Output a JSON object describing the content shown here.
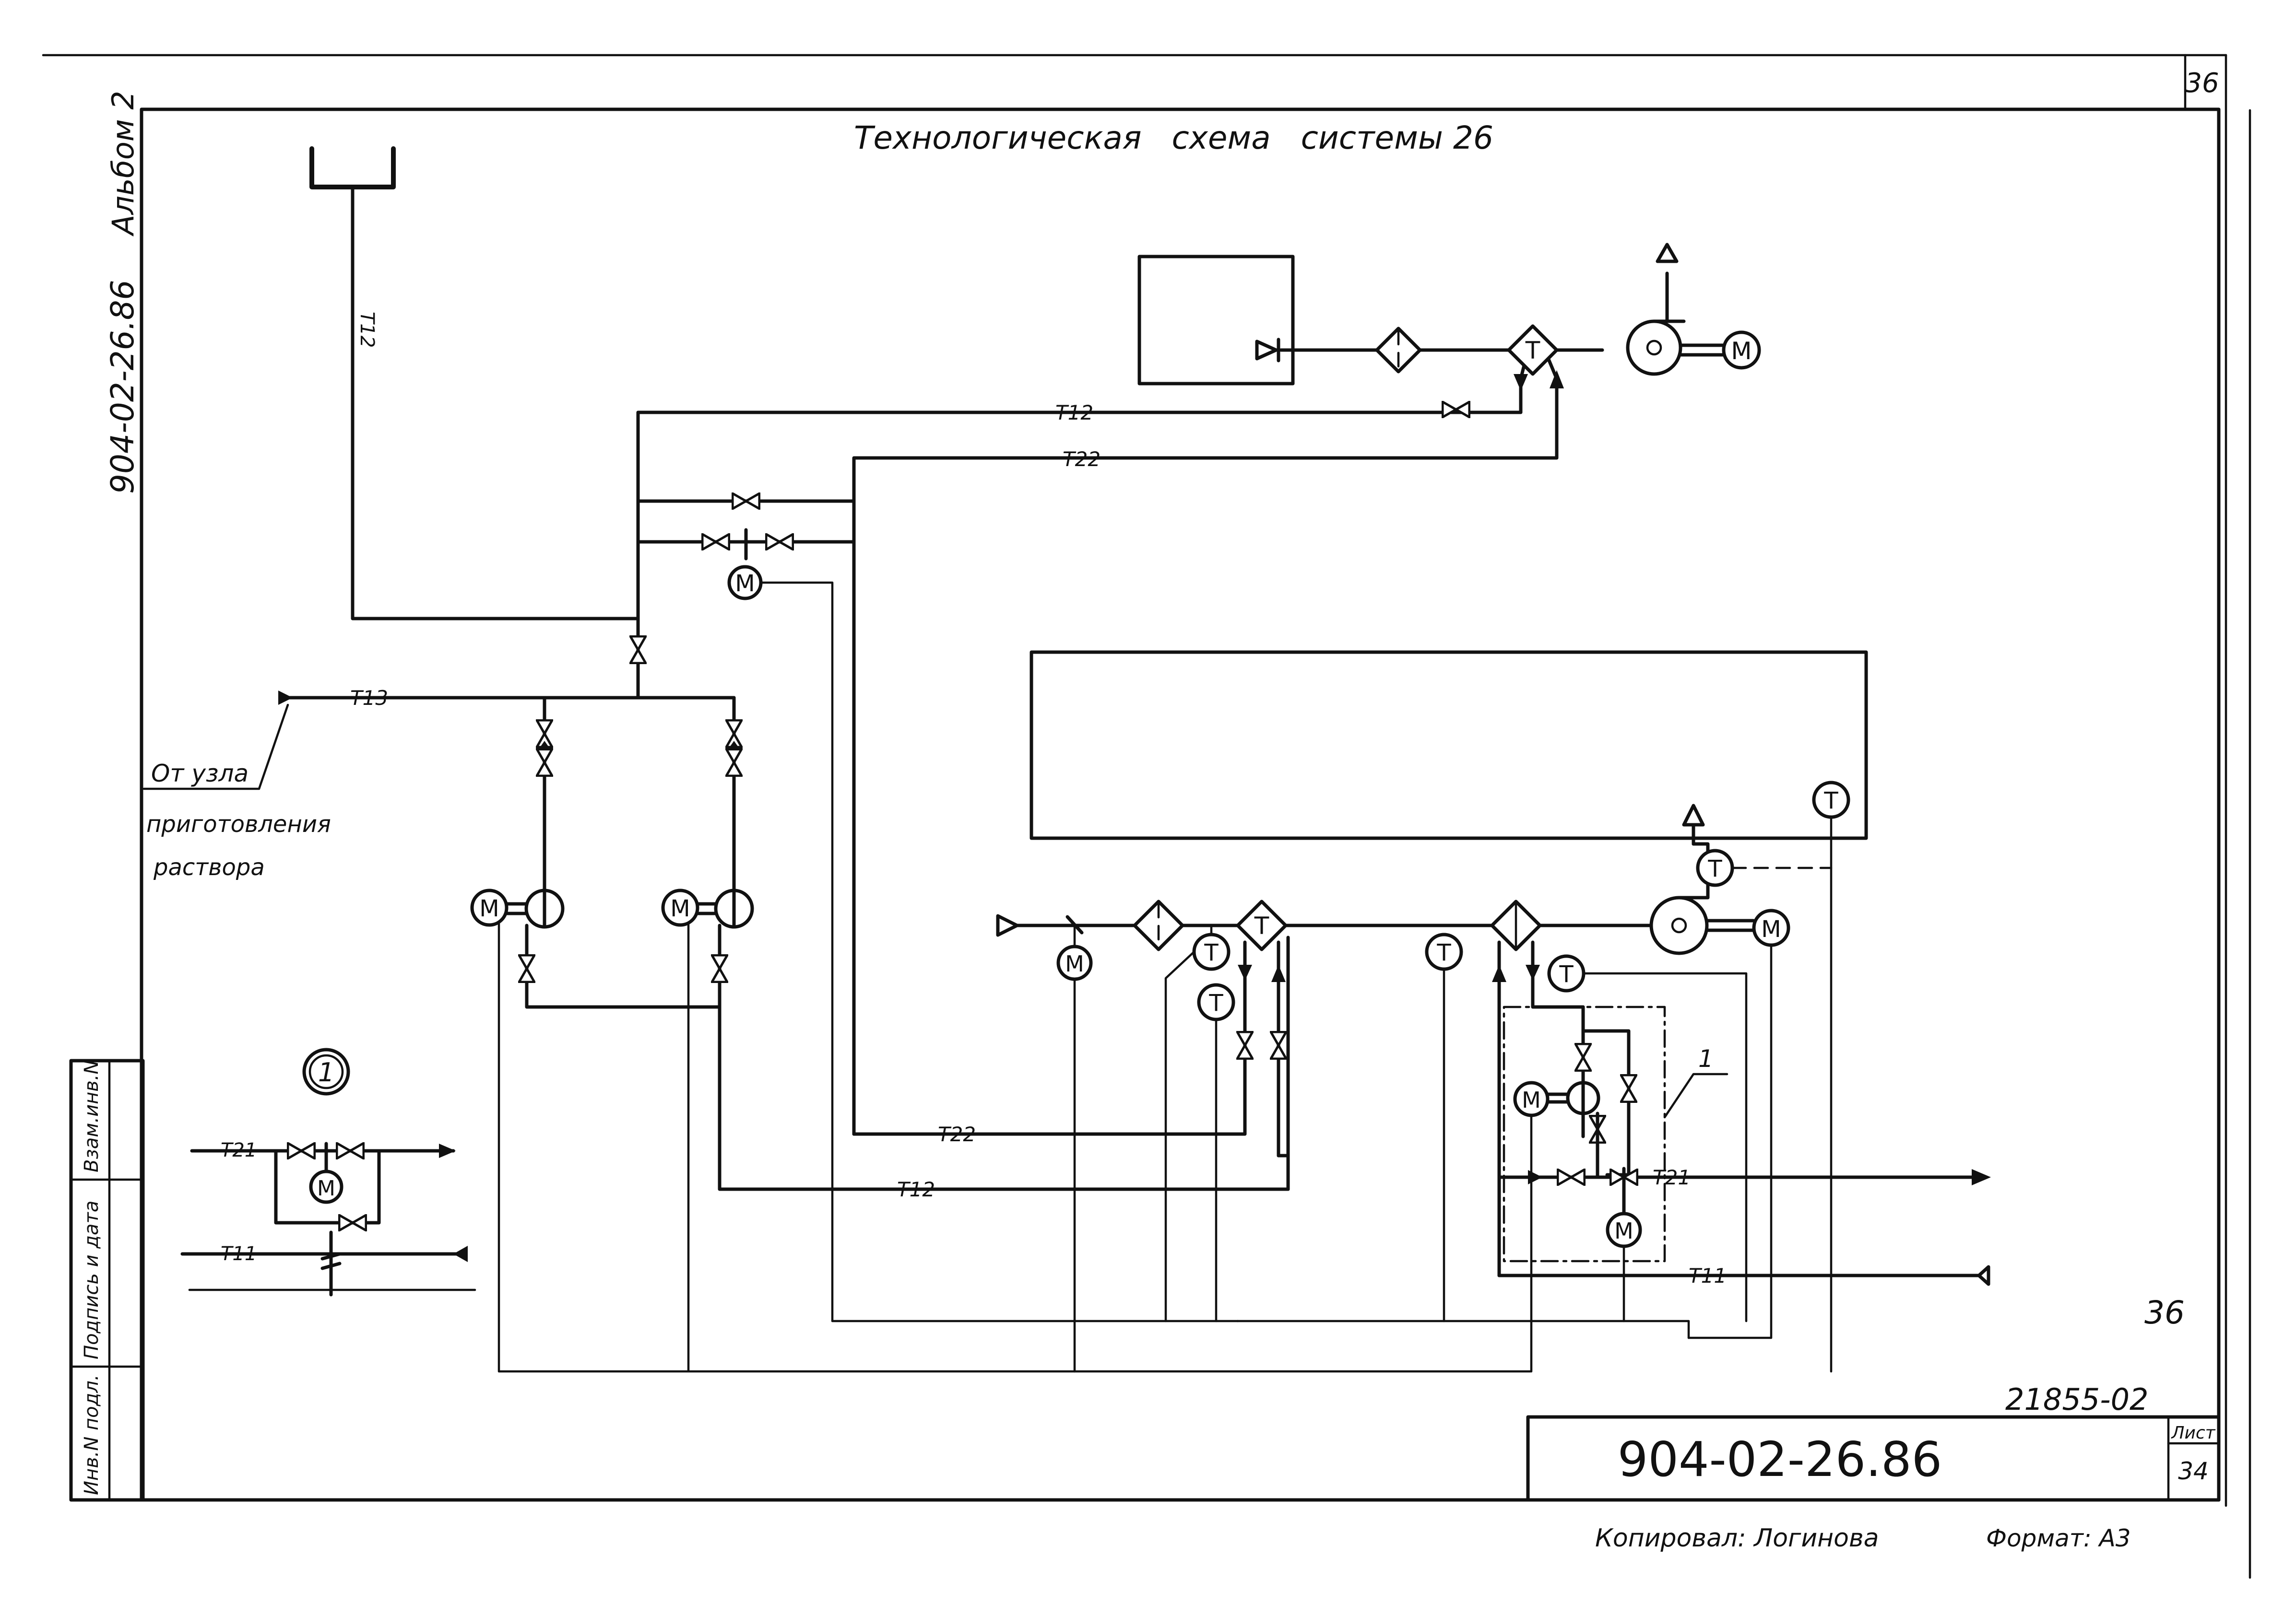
{
  "sheet": {
    "title": "Технологическая   схема   системы 26",
    "top_sheet_number": "36",
    "album_label": "Альбом 2",
    "side_code": "904-02-26.86",
    "mid_right_number": "36",
    "archive_number": "21855-02",
    "doc_code": "904-02-26.86",
    "list_label": "Лист",
    "list_number": "34",
    "copied_by": "Копировал: Логинова",
    "format": "Формат: А3"
  },
  "stamp": {
    "inv_podl": "Инв.N подл.",
    "podpis_data": "Подпись и дата",
    "vzam_inv": "Взам.инв.N"
  },
  "source_note": {
    "line1": "От узла",
    "line2": "приготовления",
    "line3": "раствора"
  },
  "lines": {
    "t12": "Т12",
    "t22": "Т22",
    "t13": "Т13",
    "t21": "Т21",
    "t11": "Т11"
  },
  "symbols": {
    "motor": "М",
    "temp": "Т",
    "callout_1": "1",
    "detail_1": "1"
  }
}
